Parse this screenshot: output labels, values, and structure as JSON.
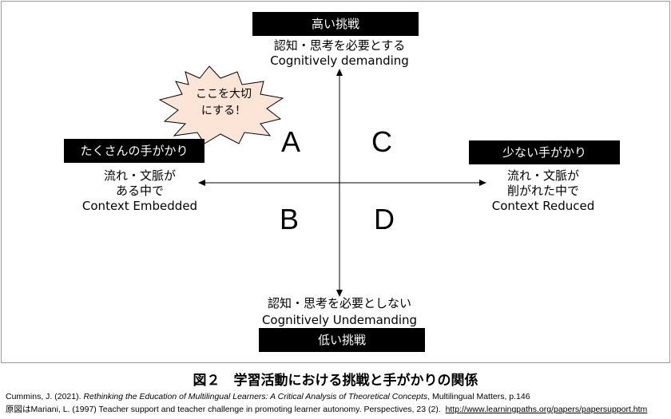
{
  "top": {
    "label": "高い挑戦",
    "jp": "認知・思考を必要とする",
    "en": "Cognitively demanding"
  },
  "bottom": {
    "label": "低い挑戦",
    "jp": "認知・思考を必要としない",
    "en": "Cognitively Undemanding"
  },
  "left": {
    "label": "たくさんの手がかり",
    "jp1": "流れ・文脈が",
    "jp2": "ある中で",
    "en": "Context Embedded"
  },
  "right": {
    "label": "少ない手がかり",
    "jp1": "流れ・文脈が",
    "jp2": "削がれた中で",
    "en": "Context Reduced"
  },
  "quadrants": {
    "a": "A",
    "b": "B",
    "c": "C",
    "d": "D"
  },
  "burst": {
    "line1": "ここを大切",
    "line2": "にする！",
    "fill": "#fce4d6"
  },
  "figure_title": "図２　学習活動における挑戦と手がかりの関係",
  "citation1": {
    "prefix": "Cummins, J. (2021). ",
    "title": "Rethinking the Education of Multilingual Learners: A Critical Analysis of Theoretical Concepts",
    "suffix": ", Multilingual Matters, p.146"
  },
  "citation2": {
    "text": "原図はMariani, L. (1997) Teacher support and teacher challenge in promoting learner autonomy. Perspectives, 23 (2).",
    "url": "http://www.learningpaths.org/papers/papersupport.htm"
  }
}
